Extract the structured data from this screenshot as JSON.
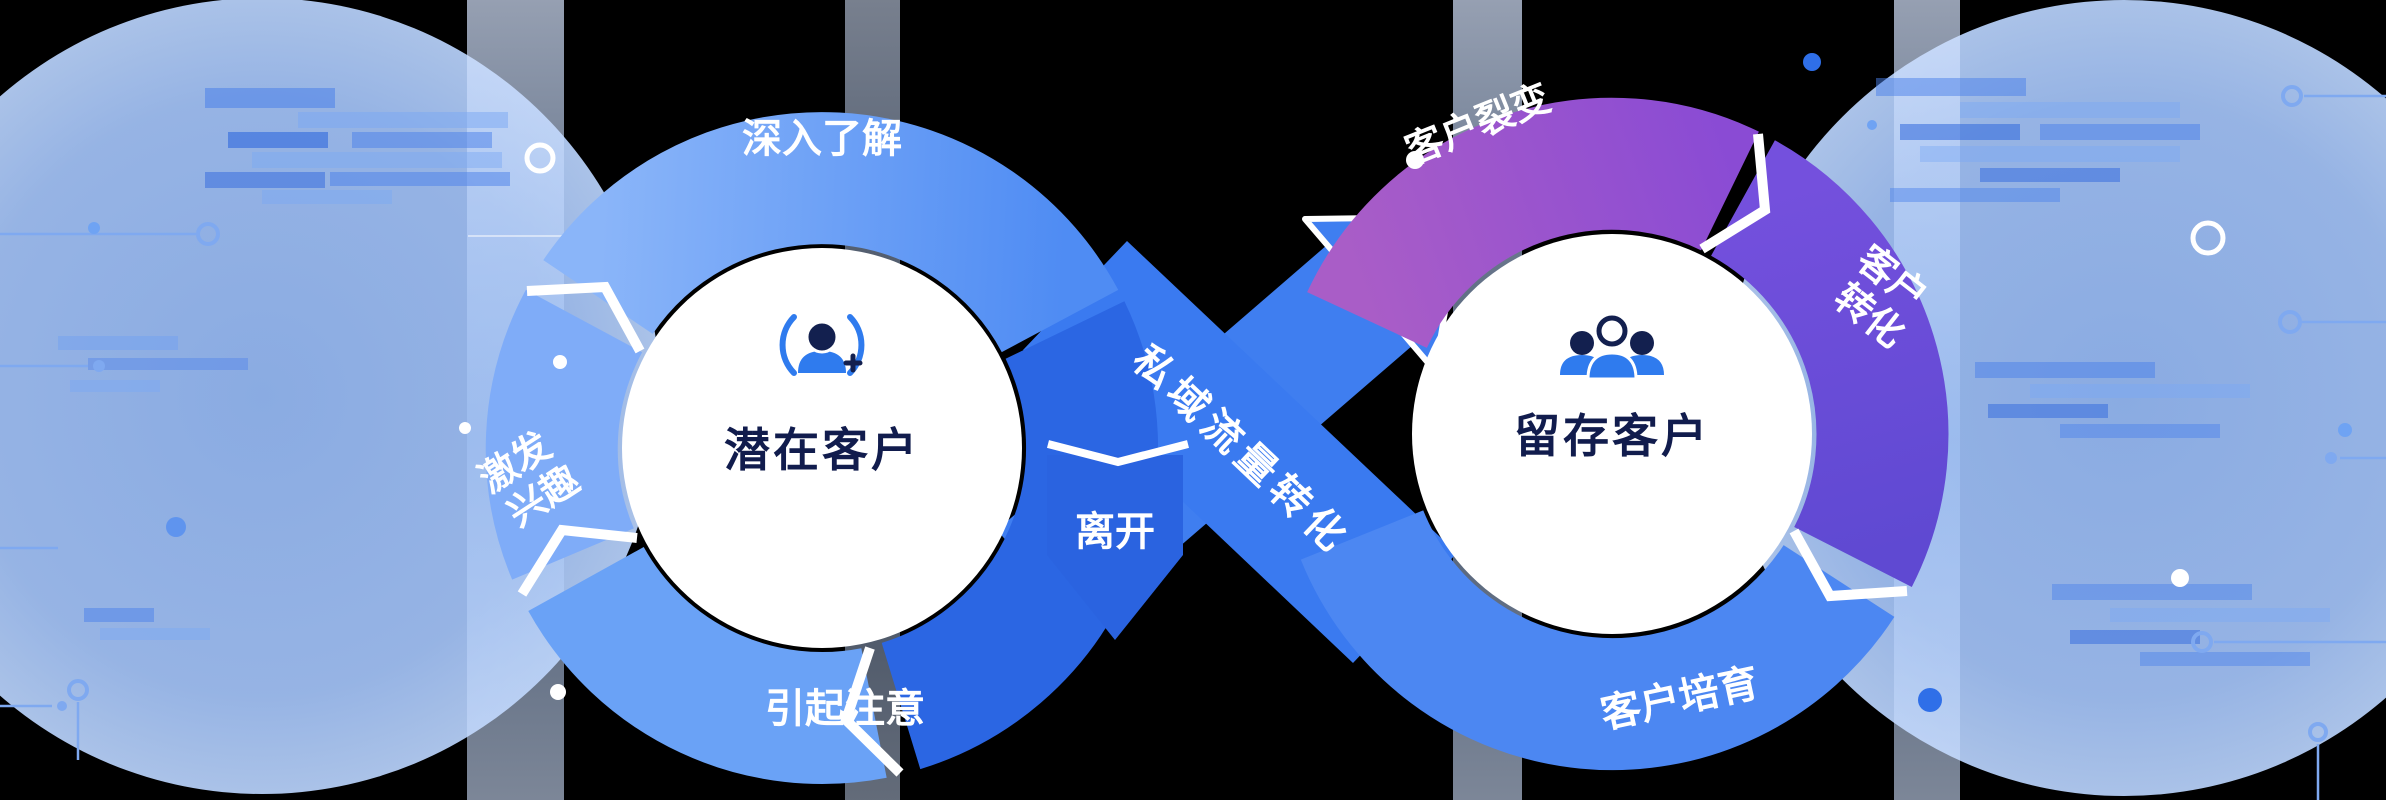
{
  "diagram": {
    "left_ring": {
      "center_label": "潜在客户",
      "segment_top": "深入了解",
      "segment_left_line1": "激发",
      "segment_left_line2": "兴趣",
      "segment_bottom": "引起注意",
      "segment_exit": "离开"
    },
    "flow_band": {
      "label": "私域流量转化"
    },
    "right_ring": {
      "center_label": "留存客户",
      "segment_top": "客户裂变",
      "segment_right_line1": "客户",
      "segment_right_line2": "转化",
      "segment_bottom": "客户培育"
    },
    "colors": {
      "ring_blue_light": "#8ab5f9",
      "ring_blue": "#6aa2f6",
      "ring_blue_dark": "#2b66e3",
      "band_blue": "#3f7ef0",
      "purple": "#b264c6",
      "indigo": "#6a4ed9",
      "bottom_blue": "#4c87f2",
      "pale_circle": "#a9c7fa",
      "navy_text": "#111c4d",
      "white": "#ffffff"
    }
  }
}
